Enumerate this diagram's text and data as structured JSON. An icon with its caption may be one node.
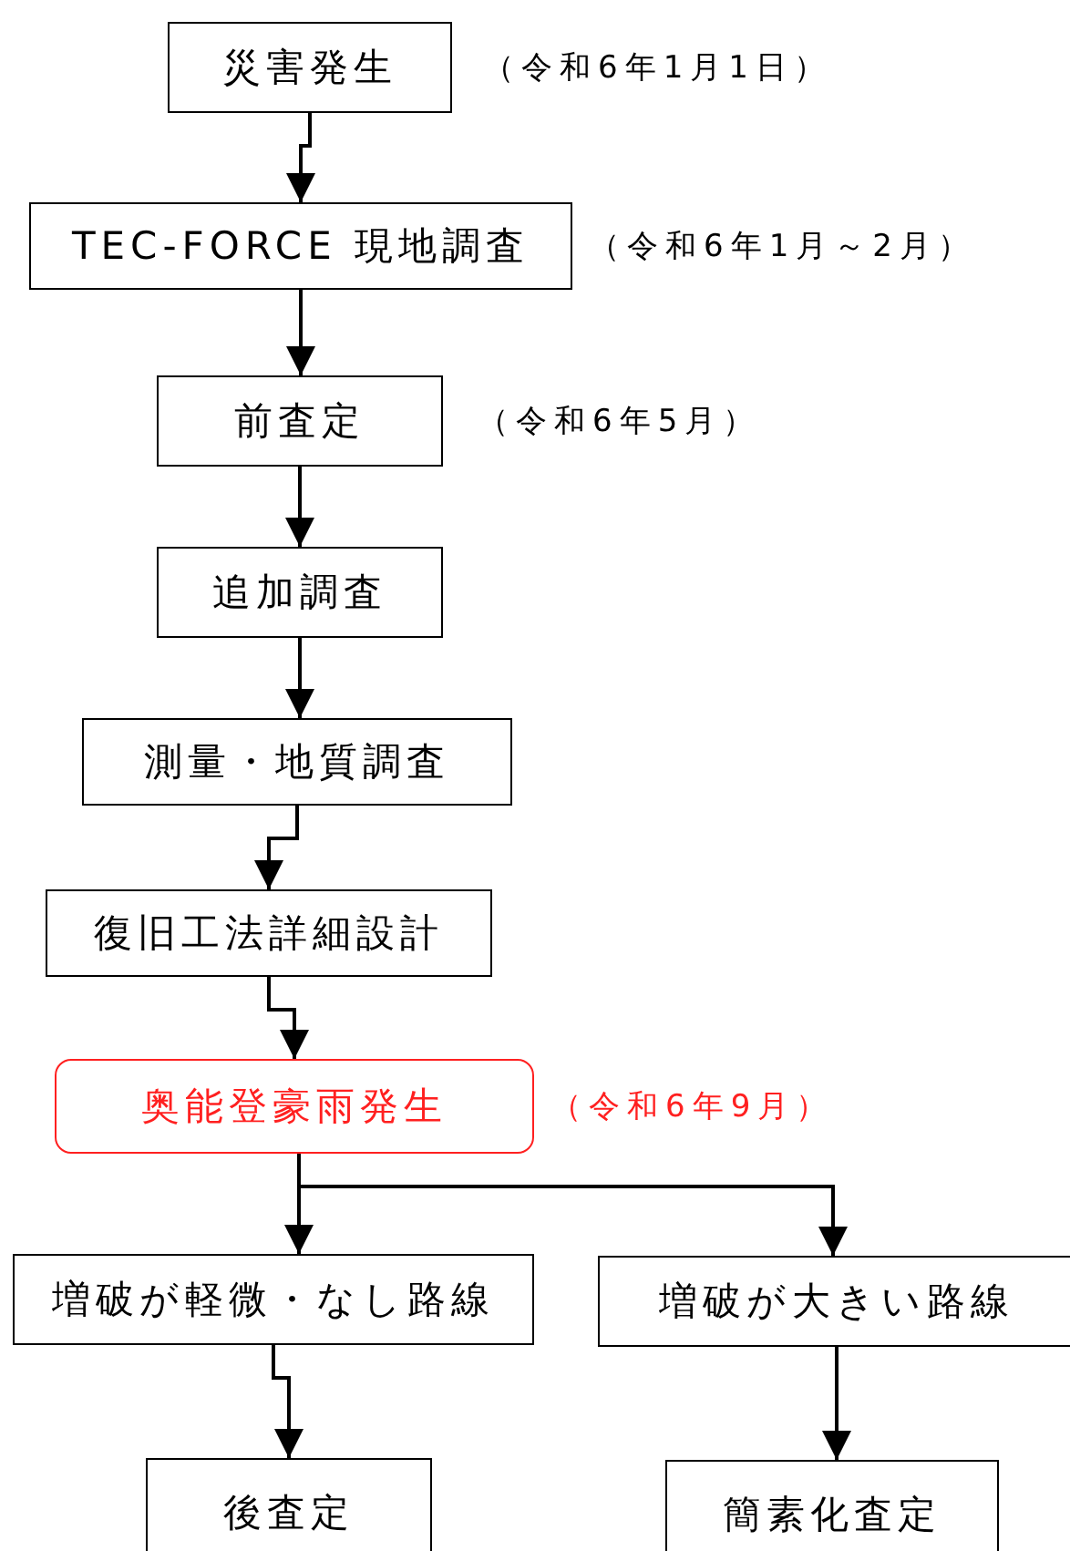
{
  "diagram": {
    "nodes": [
      {
        "text": [
          "災害発生"
        ],
        "beside": [
          "（令和6年1月1日）"
        ]
      },
      {
        "text": [
          "TEC-FORCE 現地調査"
        ],
        "beside": [
          "（令和6年1月～2月）"
        ]
      },
      {
        "text": [
          "前査定"
        ],
        "beside": [
          "（令和6年5月）"
        ]
      },
      {
        "text": [
          "追加調査"
        ]
      },
      {
        "text": [
          "測量・地質調査"
        ]
      },
      {
        "text": [
          "復旧工法詳細設計"
        ]
      },
      {
        "text": [
          "奥能登豪雨発生"
        ],
        "beside": [
          "（令和6年9月）"
        ]
      },
      {
        "text": [
          "増破が軽微・なし路線"
        ]
      },
      {
        "text": [
          "増破が大きい路線"
        ]
      },
      {
        "text": [
          "後査定"
        ]
      },
      {
        "text": [
          "簡素化査定"
        ]
      }
    ],
    "edges": [
      {
        "from": 0,
        "to": 1,
        "arrow": "to"
      },
      {
        "from": 1,
        "to": 2,
        "arrow": "to"
      },
      {
        "from": 2,
        "to": 3,
        "arrow": "to"
      },
      {
        "from": 3,
        "to": 4,
        "arrow": "to"
      },
      {
        "from": 4,
        "to": 5,
        "arrow": "to"
      },
      {
        "from": 5,
        "to": 6,
        "arrow": "to"
      },
      {
        "from": 6,
        "to": 7,
        "arrow": "to"
      },
      {
        "from": 6,
        "to": 8,
        "arrow": "to"
      },
      {
        "from": 7,
        "to": 9,
        "arrow": "to"
      },
      {
        "from": 8,
        "to": 10,
        "arrow": "to"
      }
    ]
  }
}
